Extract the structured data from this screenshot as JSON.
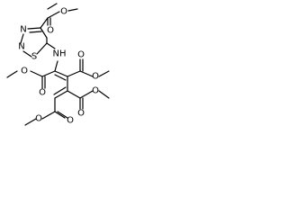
{
  "structure": {
    "atoms": {
      "ester_o_carbonyl_top": "O",
      "ester_o_ether_top": "O",
      "thiadiazole_n1": "N",
      "thiadiazole_n2": "N",
      "thiadiazole_s": "S",
      "amine_nh": "NH",
      "ester2_o_carbonyl": "O",
      "ester2_o_ether": "O",
      "ester3_o_carbonyl": "O",
      "ester3_o_ether": "O",
      "ester4_o_carbonyl": "O",
      "ester4_o_ether": "O",
      "ester5_o_carbonyl": "O",
      "ester5_o_ether": "O"
    }
  }
}
